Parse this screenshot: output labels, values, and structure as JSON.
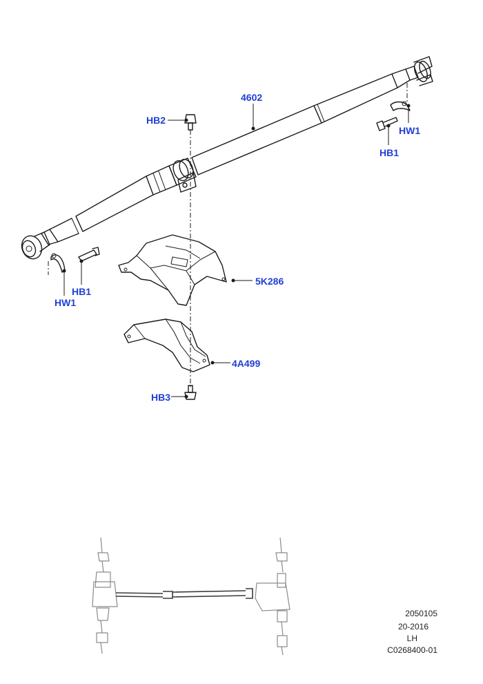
{
  "diagram": {
    "callouts": {
      "shaft": "4602",
      "bolt_top": "HB2",
      "washer_right": "HW1",
      "bolt_right": "HB1",
      "bolt_left": "HB1",
      "washer_left": "HW1",
      "heat_shield": "5K286",
      "bracket": "4A499",
      "bolt_bottom": "HB3"
    },
    "line_color": "#1a1a1a",
    "callout_color": "#1f3fd6"
  },
  "footer": {
    "code": "2050105",
    "year_range": "20-2016",
    "side": "LH",
    "illustration_id": "C0268400-01"
  }
}
